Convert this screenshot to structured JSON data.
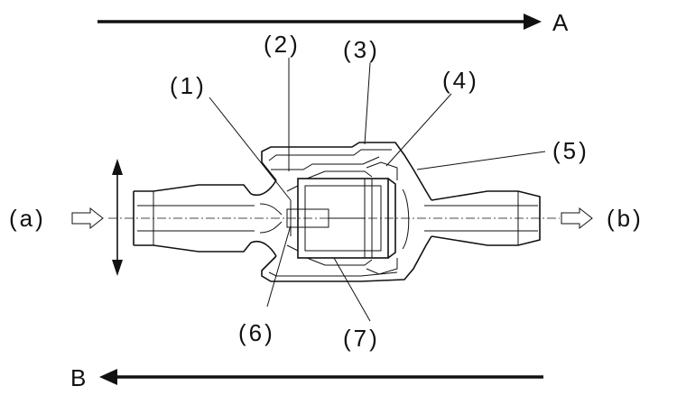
{
  "labels": {
    "p1": "(1)",
    "p2": "(2)",
    "p3": "(3)",
    "p4": "(4)",
    "p5": "(5)",
    "p6": "(6)",
    "p7": "(7)",
    "inlet": "(a)",
    "outlet": "(b)",
    "dir_a": "A",
    "dir_b": "B"
  }
}
